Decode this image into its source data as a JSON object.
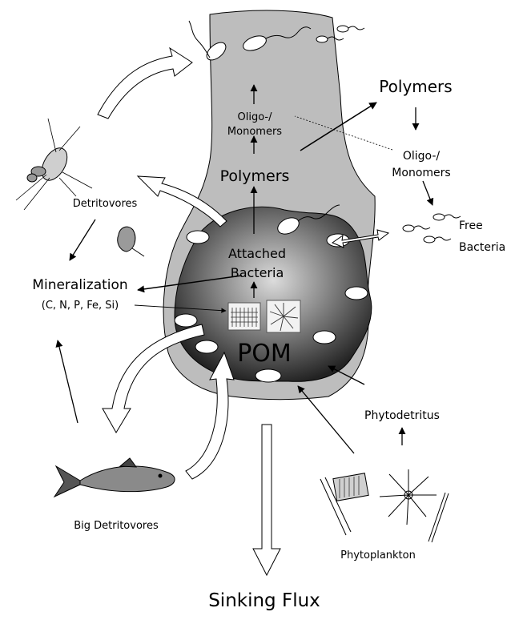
{
  "labels": {
    "oligo_top_1": "Oligo-/",
    "oligo_top_2": "Monomers",
    "polymers_center": "Polymers",
    "polymers_right": "Polymers",
    "oligo_right_1": "Oligo-/",
    "oligo_right_2": "Monomers",
    "free_bacteria_1": "Free",
    "free_bacteria_2": "Bacteria",
    "attached_1": "Attached",
    "attached_2": "Bacteria",
    "pom": "POM",
    "detritovores": "Detritovores",
    "mineralization": "Mineralization",
    "elements": "(C, N, P, Fe, Si)",
    "phytodetritus": "Phytodetritus",
    "phytoplankton": "Phytoplankton",
    "big_detritovores": "Big Detritovores",
    "sinking_flux": "Sinking Flux"
  },
  "colors": {
    "plume": "#bdbdbd",
    "aggregate_dark": "#2a2a2a",
    "aggregate_light": "#d8d8d8",
    "outline": "#000000"
  }
}
